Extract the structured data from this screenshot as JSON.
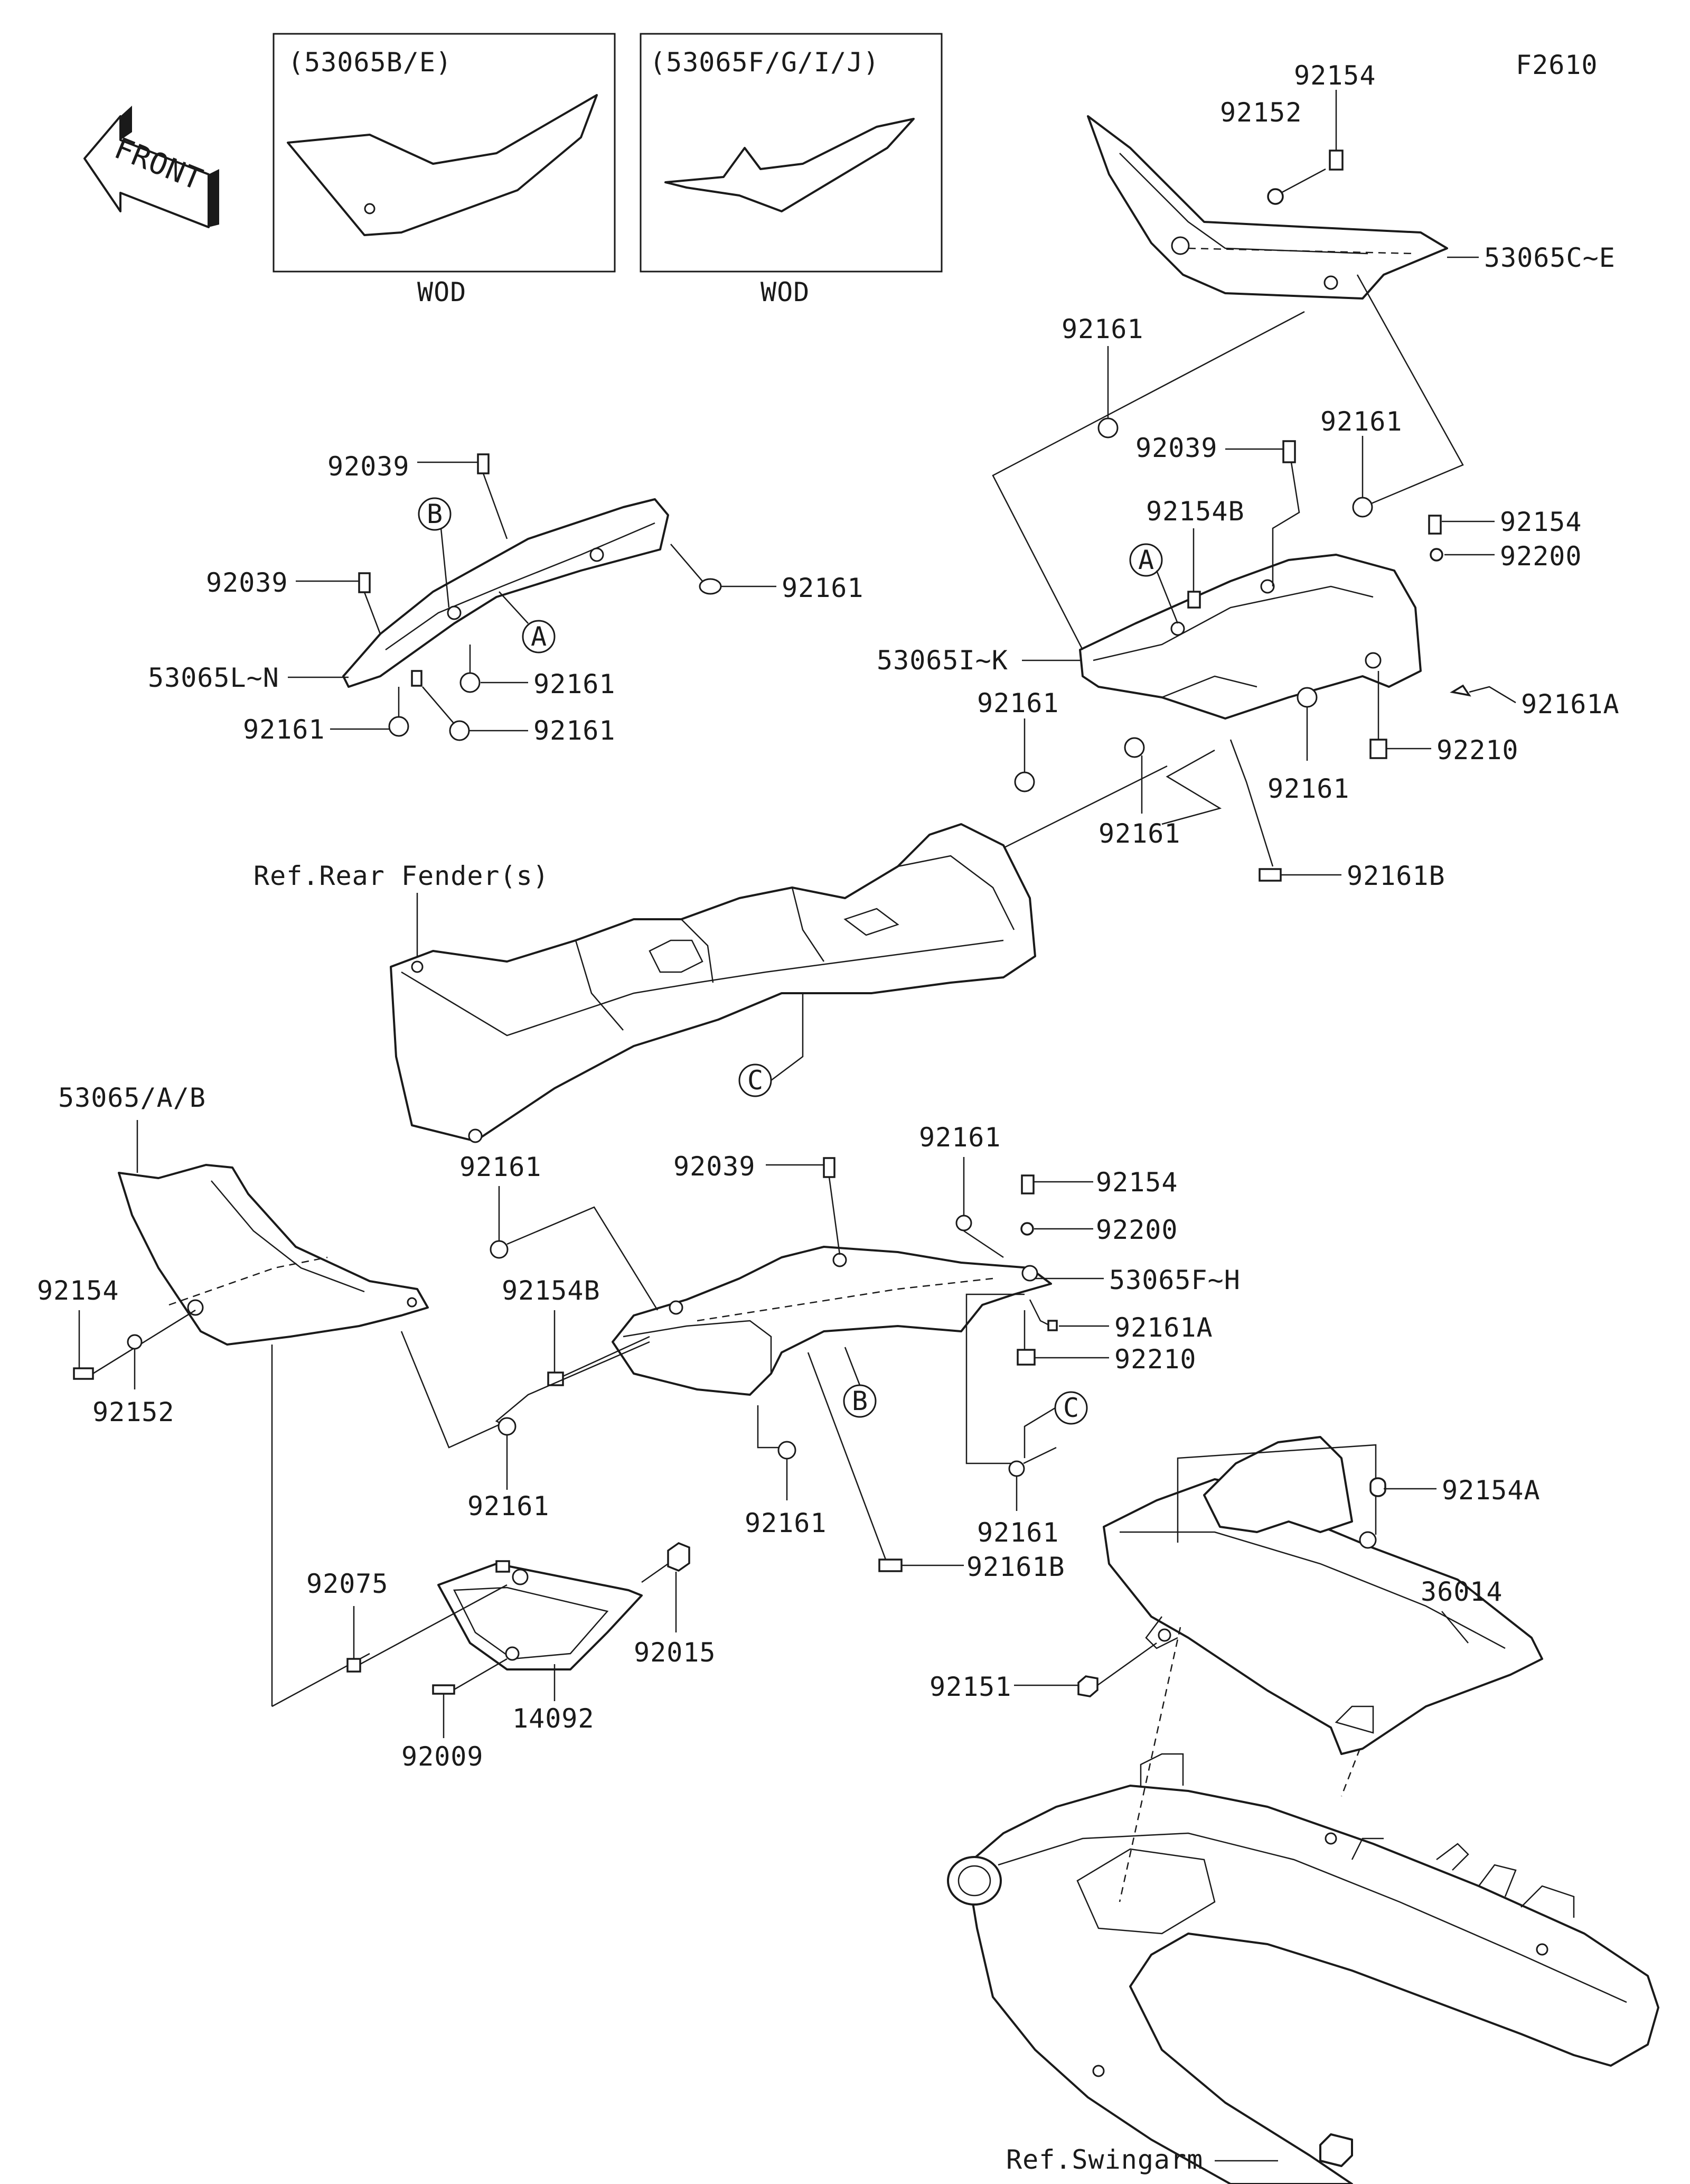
{
  "figure_id": "F2610",
  "front_label": "FRONT",
  "insets": [
    {
      "label": "(53065B/E)",
      "note": "WOD"
    },
    {
      "label": "(53065F/G/I/J)",
      "note": "WOD"
    }
  ],
  "refs": {
    "rear_fender": "Ref.Rear Fender(s)",
    "swingarm": "Ref.Swingarm"
  },
  "callouts": {
    "a": "A",
    "b": "B",
    "c": "C"
  },
  "labels": {
    "p92154_top": "92154",
    "p92152_top": "92152",
    "p53065ce": "53065C~E",
    "p92161_t1": "92161",
    "p92039_r": "92039",
    "p92161_t2": "92161",
    "p92154b_r": "92154B",
    "p92154_r": "92154",
    "p92200_r": "92200",
    "p53065ik": "53065I~K",
    "p92161a_r": "92161A",
    "p92161_r3": "92161",
    "p92210_r": "92210",
    "p92161_r4": "92161",
    "p92161_r5": "92161",
    "p92161b_r": "92161B",
    "p92039_l1": "92039",
    "p92039_l2": "92039",
    "p92161_l1": "92161",
    "p53065ln": "53065L~N",
    "p92161_l2": "92161",
    "p92161_l3": "92161",
    "p92161_l4": "92161",
    "p53065ab": "53065/A/B",
    "p92161_m1": "92161",
    "p92154b_m": "92154B",
    "p92154_m": "92154",
    "p92152_m": "92152",
    "p92161_m2": "92161",
    "p92039_m": "92039",
    "p92161_m3": "92161",
    "p92154_m2": "92154",
    "p92200_m": "92200",
    "p53065fh": "53065F~H",
    "p92161a_m": "92161A",
    "p92210_m": "92210",
    "p92161_m4": "92161",
    "p92161_m5": "92161",
    "p92161b_m": "92161B",
    "p92154a": "92154A",
    "p36014": "36014",
    "p92151": "92151",
    "p92075": "92075",
    "p92015": "92015",
    "p14092": "14092",
    "p92009": "92009"
  }
}
